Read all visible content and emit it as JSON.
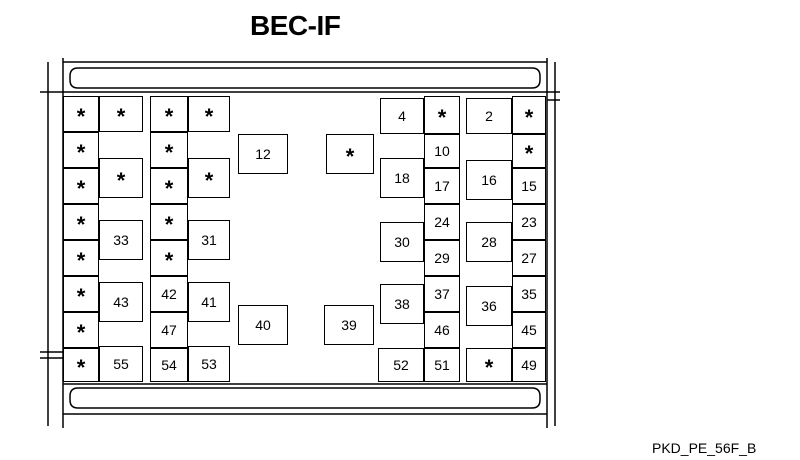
{
  "title": "BEC-IF",
  "diagram_code": "PKD_PE_56F_B",
  "star_symbol": "*",
  "cells": [
    {
      "id": "c1",
      "label": "*"
    },
    {
      "id": "c2",
      "label": "*"
    },
    {
      "id": "c3",
      "label": "*"
    },
    {
      "id": "c4",
      "label": "*"
    },
    {
      "id": "c5",
      "label": "*"
    },
    {
      "id": "c6",
      "label": "*"
    },
    {
      "id": "c7",
      "label": "33"
    },
    {
      "id": "c8",
      "label": "*"
    },
    {
      "id": "c9",
      "label": "*"
    },
    {
      "id": "c10",
      "label": "43"
    },
    {
      "id": "c11",
      "label": "*"
    },
    {
      "id": "c12",
      "label": "*"
    },
    {
      "id": "c13",
      "label": "55"
    },
    {
      "id": "c14",
      "label": "*"
    },
    {
      "id": "c15",
      "label": "*"
    },
    {
      "id": "c16",
      "label": "*"
    },
    {
      "id": "c17",
      "label": "*"
    },
    {
      "id": "c18",
      "label": "*"
    },
    {
      "id": "c19",
      "label": "*"
    },
    {
      "id": "c20",
      "label": "31"
    },
    {
      "id": "c21",
      "label": "*"
    },
    {
      "id": "c22",
      "label": "42"
    },
    {
      "id": "c23",
      "label": "41"
    },
    {
      "id": "c24",
      "label": "47"
    },
    {
      "id": "c25",
      "label": "54"
    },
    {
      "id": "c26",
      "label": "53"
    },
    {
      "id": "c27",
      "label": "12"
    },
    {
      "id": "c28",
      "label": "40"
    },
    {
      "id": "c29",
      "label": "*"
    },
    {
      "id": "c30",
      "label": "39"
    },
    {
      "id": "c31",
      "label": "4"
    },
    {
      "id": "c32",
      "label": "*"
    },
    {
      "id": "c33",
      "label": "10"
    },
    {
      "id": "c34",
      "label": "18"
    },
    {
      "id": "c35",
      "label": "17"
    },
    {
      "id": "c36",
      "label": "24"
    },
    {
      "id": "c37",
      "label": "30"
    },
    {
      "id": "c38",
      "label": "29"
    },
    {
      "id": "c39",
      "label": "37"
    },
    {
      "id": "c40",
      "label": "38"
    },
    {
      "id": "c41",
      "label": "46"
    },
    {
      "id": "c42",
      "label": "52"
    },
    {
      "id": "c43",
      "label": "51"
    },
    {
      "id": "c44",
      "label": "2"
    },
    {
      "id": "c45",
      "label": "*"
    },
    {
      "id": "c46",
      "label": "*"
    },
    {
      "id": "c47",
      "label": "16"
    },
    {
      "id": "c48",
      "label": "15"
    },
    {
      "id": "c49",
      "label": "23"
    },
    {
      "id": "c50",
      "label": "28"
    },
    {
      "id": "c51",
      "label": "27"
    },
    {
      "id": "c52",
      "label": "35"
    },
    {
      "id": "c53",
      "label": "36"
    },
    {
      "id": "c54",
      "label": "45"
    },
    {
      "id": "c55",
      "label": "*"
    },
    {
      "id": "c56",
      "label": "49"
    }
  ]
}
